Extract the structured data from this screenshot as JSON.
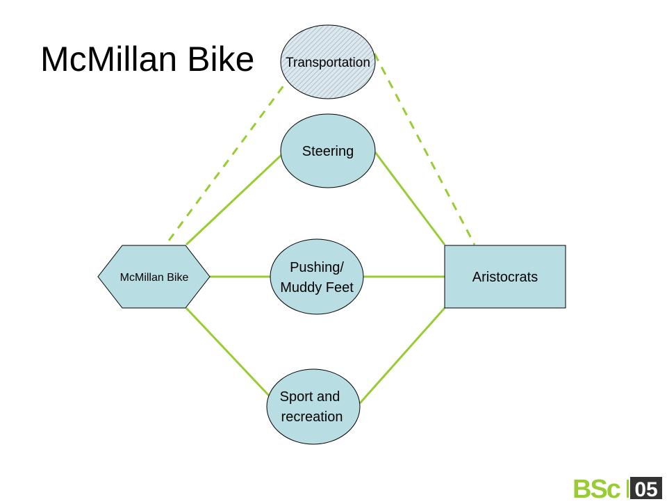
{
  "slide": {
    "title": "McMillan Bike"
  },
  "diagram": {
    "artifact": {
      "label": "McMillan Bike",
      "shape": "hexagon"
    },
    "social_group": {
      "label": "Aristocrats",
      "shape": "rectangle"
    },
    "problems": [
      {
        "id": "transportation",
        "lines": [
          "Transportation"
        ],
        "style": "hatched",
        "connector": "dashed"
      },
      {
        "id": "steering",
        "lines": [
          "Steering"
        ],
        "style": "solid",
        "connector": "solid"
      },
      {
        "id": "pushing",
        "lines": [
          "Pushing/",
          "Muddy Feet"
        ],
        "style": "solid",
        "connector": "solid"
      },
      {
        "id": "sport",
        "lines": [
          "Sport and",
          "recreation"
        ],
        "style": "solid",
        "connector": "solid"
      }
    ]
  },
  "logo": {
    "text_left": "BSc",
    "text_right": "05"
  },
  "colors": {
    "node_fill": "#b8dde2",
    "connector": "#99cc33",
    "logo_green": "#99cc33",
    "logo_dark": "#333333",
    "stroke": "#000000"
  }
}
